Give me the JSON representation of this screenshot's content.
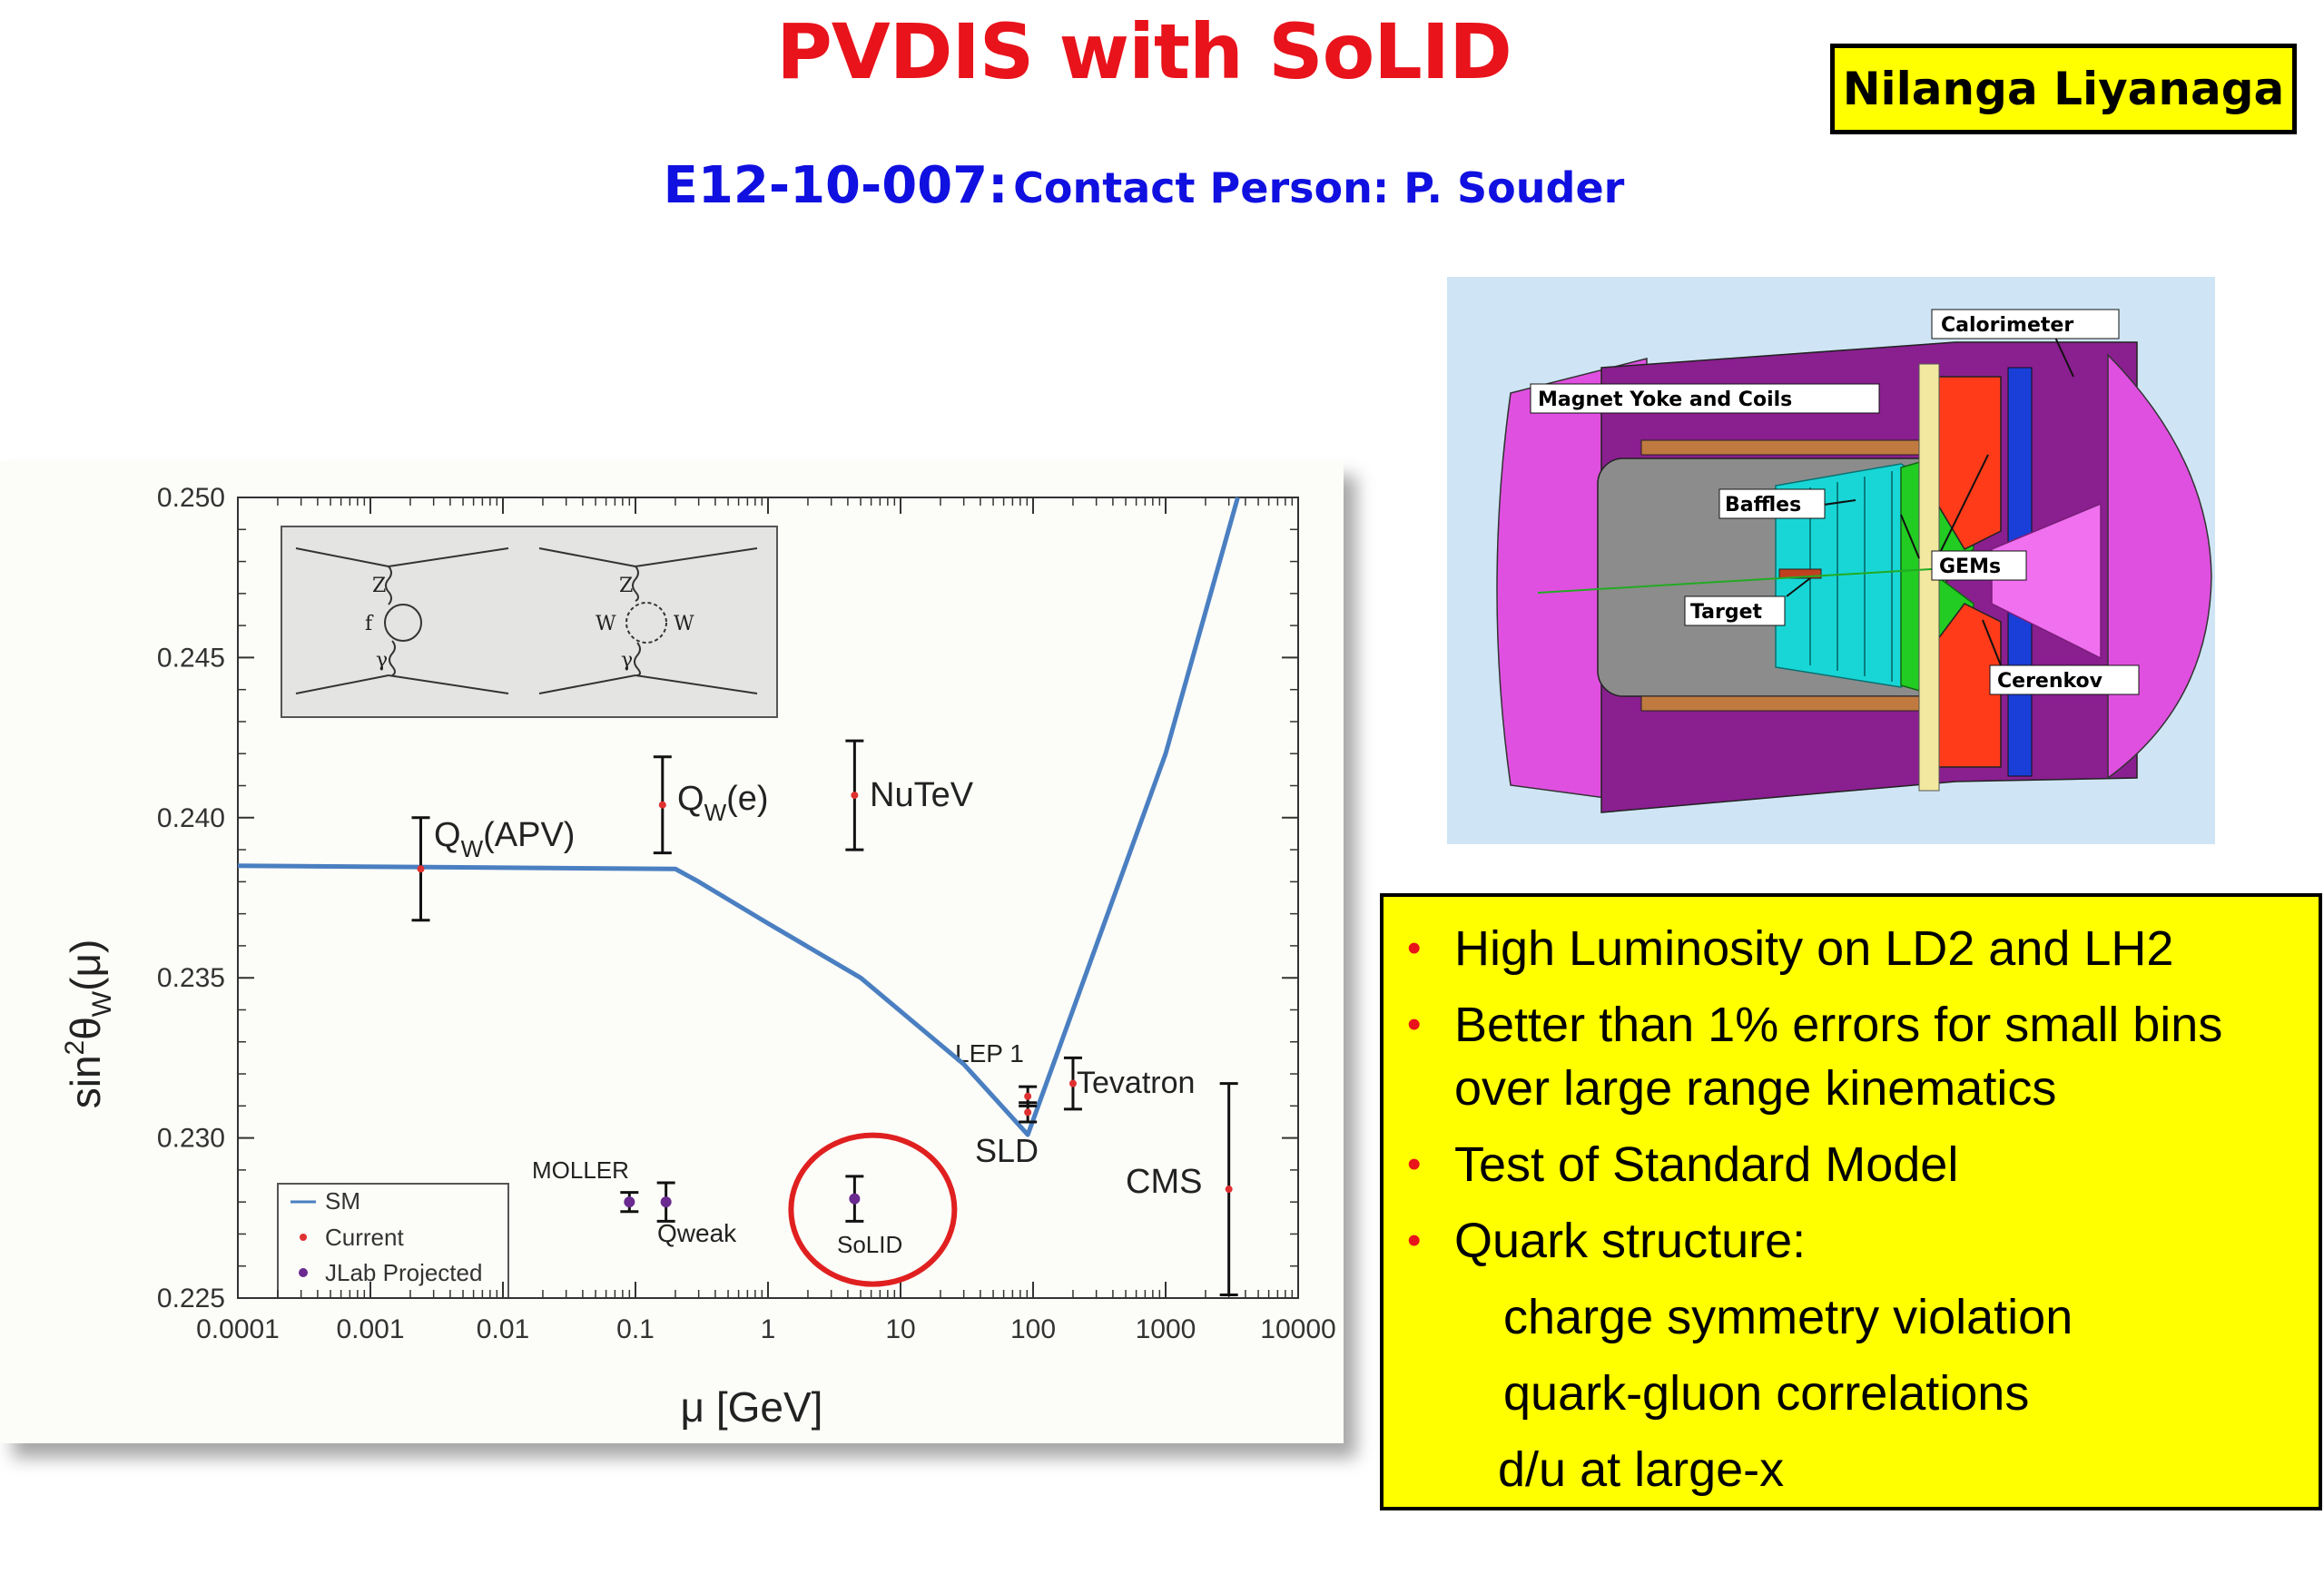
{
  "slide": {
    "title": "PVDIS with SoLID",
    "experiment": "E12-10-007:",
    "contact": "Contact Person: P. Souder",
    "author": "Nilanga Liyanaga"
  },
  "detector": {
    "labels": {
      "calorimeter": "Calorimeter",
      "magnet": "Magnet Yoke and Coils",
      "baffles": "Baffles",
      "gems": "GEMs",
      "target": "Target",
      "cerenkov": "Cerenkov"
    },
    "colors": {
      "background": "#cfe5f5",
      "yoke": "#8a1f8f",
      "endcap": "#e050e0",
      "calorimeter": "#ff3b1a",
      "gem": "#22cc22",
      "baffle": "#18d6d6"
    }
  },
  "bullets": [
    "High Luminosity on LD2 and LH2",
    "Better than 1% errors for small bins over large range kinematics",
    "Test of Standard Model",
    "Quark structure:"
  ],
  "sub_bullets": [
    "charge symmetry violation",
    "quark-gluon correlations",
    "d/u at large-x"
  ],
  "chart_data": {
    "type": "scatter",
    "xlabel": "μ [GeV]",
    "ylabel": "sin²θW(μ)",
    "xscale": "log",
    "xlim": [
      0.0001,
      10000
    ],
    "ylim": [
      0.225,
      0.25
    ],
    "x_ticks": [
      "0.0001",
      "0.001",
      "0.01",
      "0.1",
      "1",
      "10",
      "100",
      "1000",
      "10000"
    ],
    "y_ticks": [
      "0.225",
      "0.230",
      "0.235",
      "0.240",
      "0.245",
      "0.250"
    ],
    "legend": {
      "position": "bottom-left",
      "entries": [
        "SM",
        "Current",
        "JLab Projected"
      ]
    },
    "sm_curve": {
      "name": "SM",
      "color": "#4a7fc1",
      "points": [
        [
          0.0001,
          0.2385
        ],
        [
          0.2,
          0.2384
        ],
        [
          0.3,
          0.238
        ],
        [
          1.0,
          0.2367
        ],
        [
          5.0,
          0.235
        ],
        [
          30.0,
          0.2323
        ],
        [
          91.2,
          0.2301
        ],
        [
          200,
          0.234
        ],
        [
          1000,
          0.242
        ],
        [
          3500,
          0.25
        ]
      ]
    },
    "current": [
      {
        "label": "APV",
        "x": 0.0024,
        "y": 0.2384,
        "yerr": 0.0016
      },
      {
        "label": "e",
        "x": 0.16,
        "y": 0.2404,
        "yerr": 0.0015
      },
      {
        "label": "NuTeV",
        "x": 4.5,
        "y": 0.2407,
        "yerr": 0.0017
      },
      {
        "label": "LEP 1",
        "x": 91.2,
        "y": 0.2313,
        "yerr": 0.0003
      },
      {
        "label": "SLD",
        "x": 91.2,
        "y": 0.2308,
        "yerr": 0.0003
      },
      {
        "label": "Tevatron",
        "x": 200,
        "y": 0.2317,
        "yerr": 0.0008
      },
      {
        "label": "CMS",
        "x": 3000,
        "y": 0.2284,
        "yerr": 0.0033
      }
    ],
    "projected": [
      {
        "label": "MOLLER",
        "x": 0.09,
        "y": 0.228,
        "yerr": 0.0003
      },
      {
        "label": "Qweak",
        "x": 0.17,
        "y": 0.228,
        "yerr": 0.0006
      },
      {
        "label": "SoLID",
        "x": 4.5,
        "y": 0.2281,
        "yerr": 0.0007
      }
    ],
    "labels": {
      "apv_main": "Q",
      "apv_sub": "W",
      "apv_tail": "(APV)",
      "qwe_main": "Q",
      "qwe_sub": "W",
      "qwe_tail": "(e)",
      "nutev": "NuTeV",
      "lep1": "LEP 1",
      "sld": "SLD",
      "tevatron": "Tevatron",
      "cms": "CMS",
      "moller": "MOLLER",
      "qweak": "Qweak",
      "solid": "SoLID"
    },
    "inset": {
      "left": {
        "top": "Z",
        "mid": "f",
        "bottom": "γ"
      },
      "right": {
        "top": "Z",
        "left": "W",
        "right": "W",
        "bottom": "γ"
      }
    },
    "colors": {
      "current": "#e03030",
      "projected": "#6a2a90",
      "highlight": "#e02020",
      "errorbar": "#111111"
    }
  }
}
